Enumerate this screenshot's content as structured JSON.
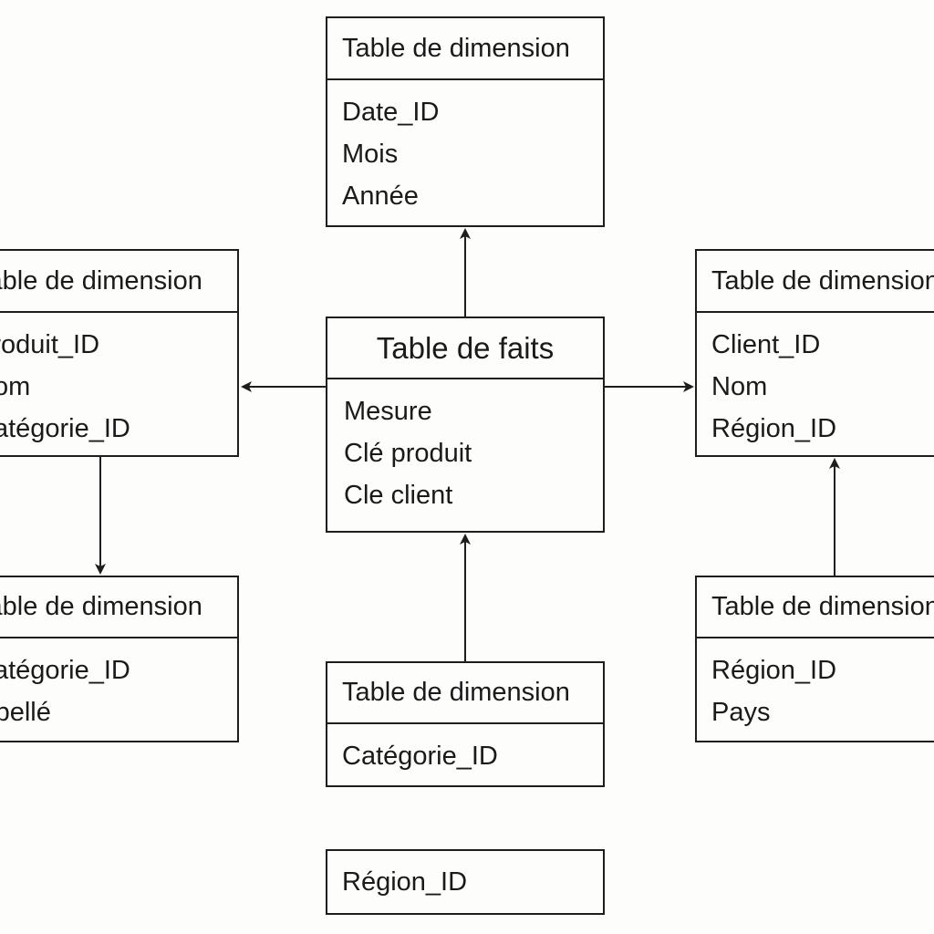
{
  "fact_table": {
    "title": "Table de faits",
    "fields": [
      "Mesure",
      "Clé produit",
      "Cle client"
    ]
  },
  "dim_date": {
    "title": "Table de dimension",
    "fields": [
      "Date_ID",
      "Mois",
      "Année"
    ]
  },
  "dim_produit": {
    "title": "Table de dimension",
    "fields": [
      "Produit_ID",
      "Nom",
      "Catégorie_ID"
    ]
  },
  "dim_client": {
    "title": "Table de dimension",
    "fields": [
      "Client_ID",
      "Nom",
      "Région_ID"
    ]
  },
  "dim_categorie_left": {
    "title": "Table de dimension",
    "fields": [
      "Catégorie_ID",
      "Libellé"
    ]
  },
  "dim_categorie_bottom": {
    "title": "Table de dimension",
    "fields": [
      "Catégorie_ID"
    ]
  },
  "dim_region": {
    "title": "Table de dimension",
    "fields": [
      "Région_ID",
      "Pays"
    ]
  },
  "lone_box": {
    "label": "Région_ID"
  },
  "colors": {
    "line": "#1e1e1e",
    "background": "#fdfdfc",
    "text": "#1a1a1a"
  }
}
